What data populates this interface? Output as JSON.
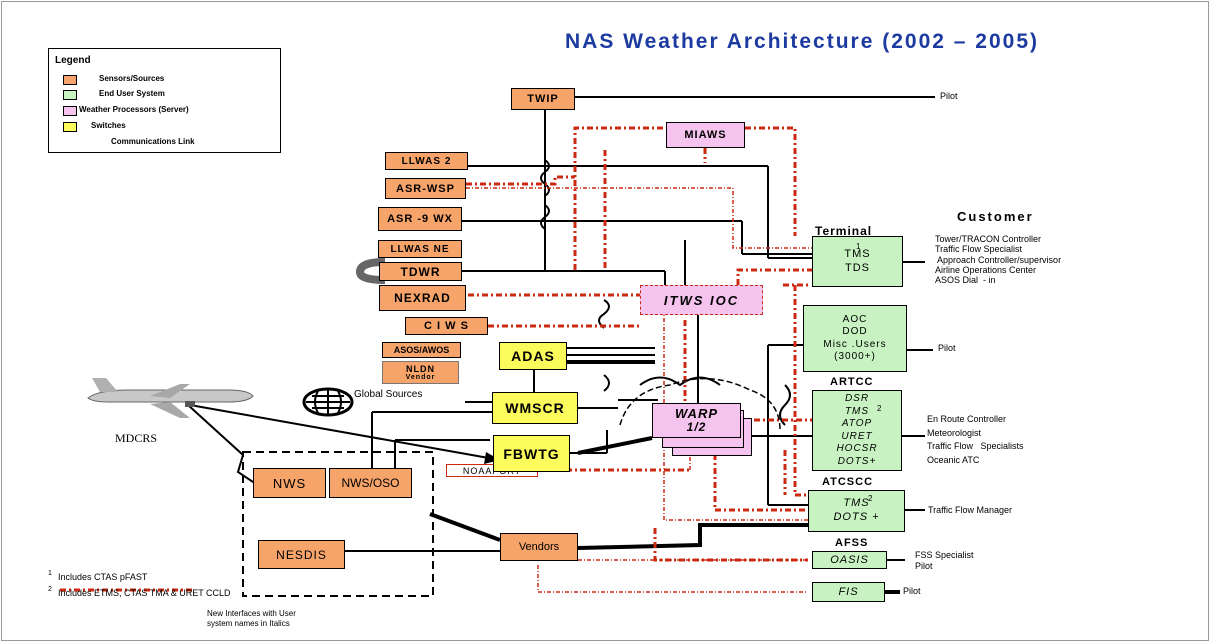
{
  "title": "NAS Weather Architecture (2002 – 2005)",
  "legend": {
    "heading": "Legend",
    "items": [
      "Sensors/Sources",
      "End User System",
      "Weather Processors (Server)",
      "Switches",
      "Communications Link"
    ]
  },
  "sources": {
    "twip": "TWIP",
    "llwas2": "LLWAS 2",
    "asr_wsp": "ASR-WSP",
    "asr9": "ASR -9 WX",
    "llwas_ne": "LLWAS NE",
    "tdwr": "TDWR",
    "nexrad": "NEXRAD",
    "ciws": "C I W S",
    "asos": "ASOS/AWOS",
    "nldn_line1": "NLDN",
    "nldn_line2": "Vendor",
    "nws": "NWS",
    "nws_oso": "NWS/OSO",
    "nesdis": "NESDIS",
    "noaaport": "NOAAPORT",
    "vendors": "Vendors"
  },
  "processors": {
    "miaws": "MIAWS",
    "itws": "ITWS IOC",
    "warp_line1": "WARP",
    "warp_line2": "1/2"
  },
  "switches": {
    "adas": "ADAS",
    "wmscr": "WMSCR",
    "fbwtg": "FBWTG"
  },
  "end_users": {
    "terminal_label": "Terminal",
    "terminal_box": "TMS\nTDS",
    "aoc_box": "AOC\nDOD\nMisc .Users\n(3000+)",
    "artcc_label": "ARTCC",
    "artcc_box": "DSR\nTMS\nATOP\nURET\nHOCSR\nDOTS+",
    "atcscc_label": "ATCSCC",
    "atcscc_box": "TMS\nDOTS +",
    "afss_label": "AFSS",
    "oasis": "OASIS",
    "fis": "FIS"
  },
  "sups": {
    "terminal": "1",
    "artcc": "2",
    "atcscc": "2"
  },
  "customers": {
    "heading": "Customer",
    "pilot_top": "Pilot",
    "terminal_users": "Tower/TRACON Controller\nTraffic Flow Specialist\n Approach Controller/supervisor\nAirline Operations Center\nASOS Dial  - in",
    "aoc_users": "Pilot",
    "artcc_users": "En Route Controller\nMeteorologist\nTraffic Flow   Specialists\nOceanic ATC",
    "atcscc_users": "Traffic Flow Manager",
    "afss_users": "FSS Specialist\nPilot",
    "fis_users": "Pilot"
  },
  "misc": {
    "global_sources": "Global Sources",
    "mdcrs": "MDCRS"
  },
  "footnotes": {
    "note1_marker": "1",
    "note1": "Includes CTAS pFAST",
    "note2_marker": "2",
    "note2": "Includes ETMS, CTAS TMA & URET CCLD",
    "dashed_legend": "New Interfaces with User\nsystem names in Italics"
  },
  "colors": {
    "source": "#f7a46b",
    "end_user": "#c9f2c3",
    "processor": "#f4c3ee",
    "switch": "#fbfb5c",
    "new_interface": "#cc2a10",
    "title": "#1c3aa0"
  }
}
